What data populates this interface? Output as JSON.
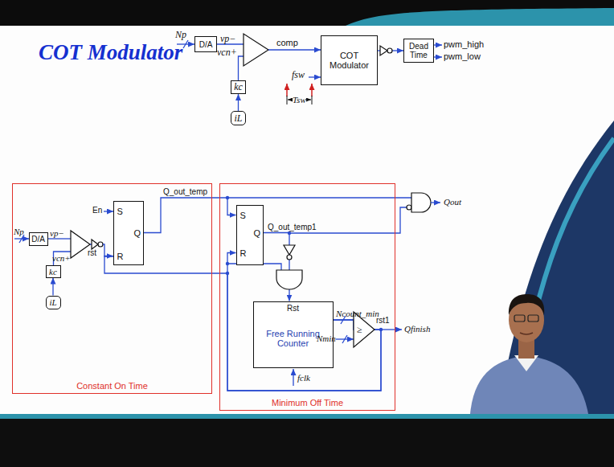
{
  "diagram": {
    "title": "COT Modulator",
    "nodes": [
      {
        "text": [
          "D/A"
        ]
      },
      {
        "text": [
          "kc"
        ]
      },
      {
        "text": [
          "iL"
        ]
      },
      {
        "text": [
          "COT Modulator"
        ]
      },
      {
        "text": [
          "Dead Time"
        ]
      },
      {
        "text": [
          "Constant On Time"
        ]
      },
      {
        "text": [
          "D/A"
        ],
        "in": 5
      },
      {
        "text": [
          "kc"
        ],
        "in": 5
      },
      {
        "text": [
          "iL"
        ],
        "in": 5
      },
      {
        "text": [
          "S",
          "Q",
          "R"
        ],
        "in": 5
      },
      {
        "text": [
          "Minimum Off Time"
        ]
      },
      {
        "text": [
          "S",
          "Q",
          "R"
        ],
        "in": 10
      },
      {
        "text": [
          "Rst",
          "Free Running Counter"
        ],
        "in": 10
      }
    ],
    "edges": [
      {
        "from": 2,
        "to": 1,
        "arrow": "to"
      },
      {
        "from": 3,
        "to": 4,
        "arrow": "to"
      },
      {
        "from": 8,
        "to": 7,
        "arrow": "to"
      },
      {
        "from": 9,
        "to": 11,
        "arrow": "to"
      },
      {
        "from": 11,
        "to": 12,
        "arrow": "to"
      },
      {
        "from": 12,
        "to": 11,
        "arrow": "to"
      },
      {
        "from": 12,
        "to": 9,
        "arrow": "to"
      }
    ],
    "labels": [
      "Np",
      "vp−",
      "vcn+",
      "comp",
      "fsw",
      "Tsw",
      "pwm_high",
      "pwm_low",
      "Np",
      "vp−",
      "vcn+",
      "rst",
      "En",
      "Q_out_temp",
      "Q_out_temp1",
      "Ncount_min",
      "Nmin",
      "≥",
      "rst1",
      "Qfinish",
      "fclk",
      "Qout"
    ]
  }
}
